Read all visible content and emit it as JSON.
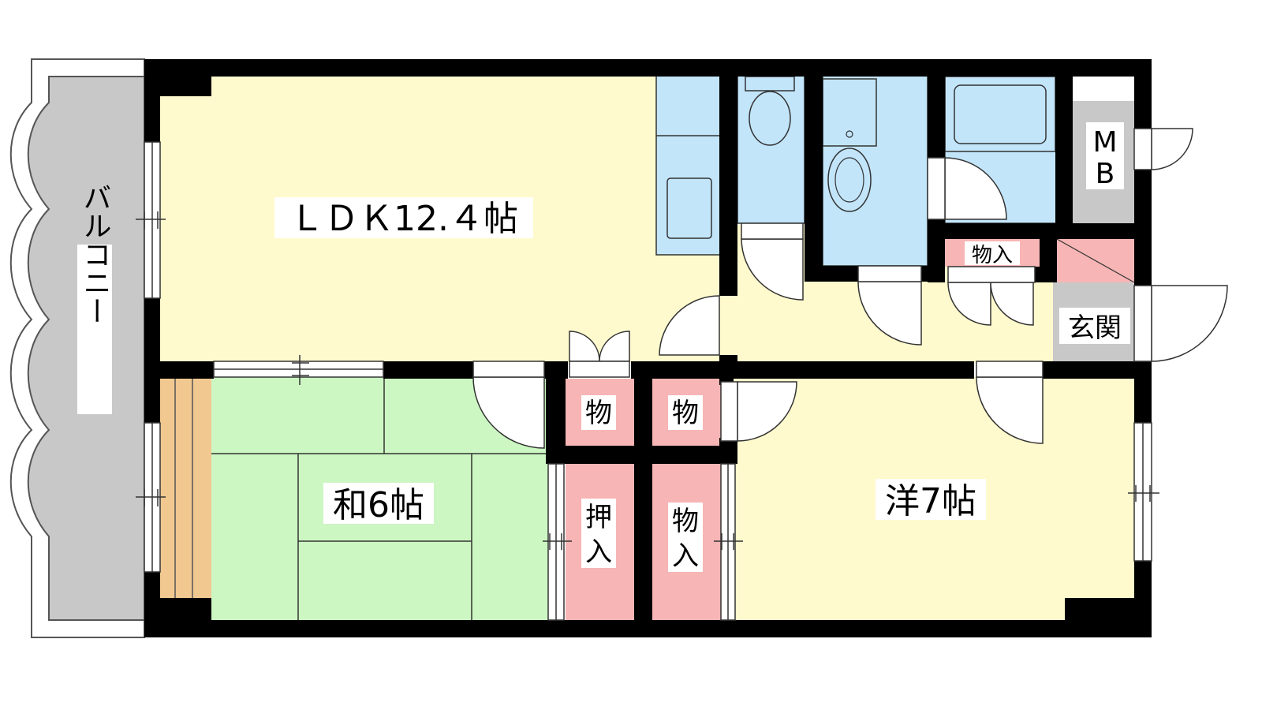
{
  "rooms": {
    "ldk": "ＬＤＫ12.４帖",
    "washitsu": "和6帖",
    "youshitsu": "洋7帖",
    "balcony": "バルコニー",
    "genkan": "玄関",
    "mb_1": "M",
    "mb_2": "B",
    "storage_upper": "物入",
    "storage_small_left": "物",
    "storage_small_right": "物",
    "oshiire_1": "押",
    "oshiire_2": "入",
    "monoire_1": "物",
    "monoire_2": "入"
  },
  "colors": {
    "wall": "#000000",
    "ldk": "#fffacd",
    "washitsu": "#ccf7c2",
    "youshitsu": "#fffacd",
    "wet_area": "#c2e5fa",
    "storage": "#f7b5b5",
    "balcony": "#c8c8c8",
    "genkan": "#c8c8c8",
    "mb": "#c8c8c8",
    "tokonoma": "#f0c890"
  }
}
